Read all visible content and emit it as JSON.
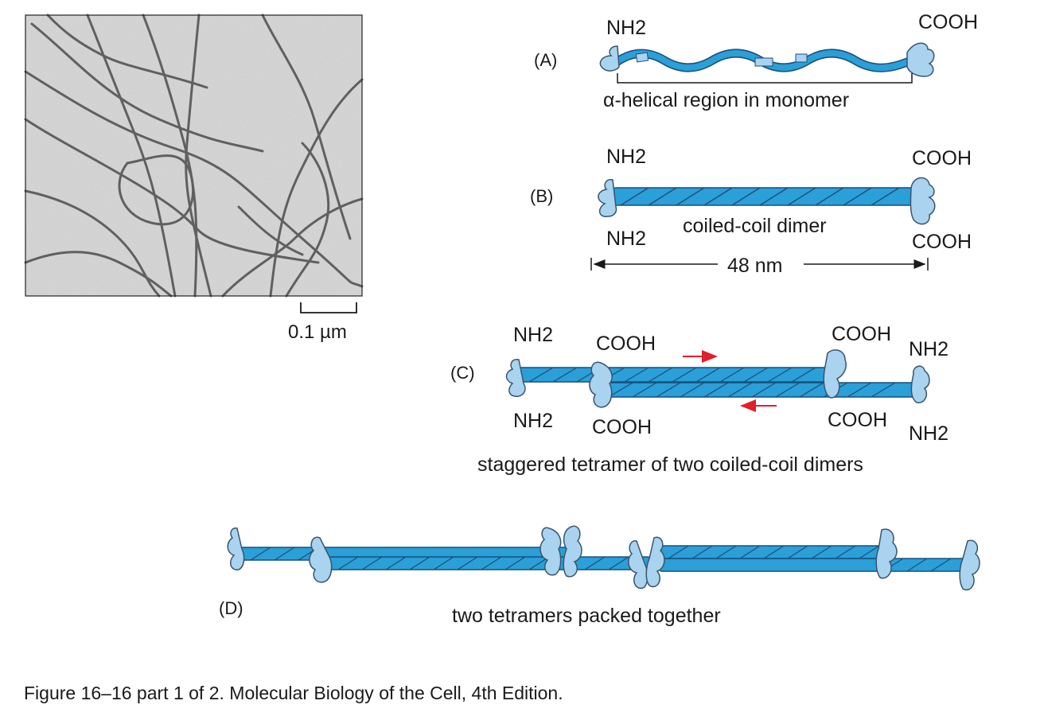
{
  "micrograph": {
    "scale_bar_label": "0.1 µm"
  },
  "panel_a": {
    "letter": "(A)",
    "n_terminus": "NH2",
    "c_terminus": "COOH",
    "region_label": "α-helical region in monomer"
  },
  "panel_b": {
    "letter": "(B)",
    "n_terminus_top": "NH2",
    "n_terminus_bottom": "NH2",
    "c_terminus_top": "COOH",
    "c_terminus_bottom": "COOH",
    "dimer_label": "coiled-coil dimer",
    "length_label": "48 nm"
  },
  "panel_c": {
    "letter": "(C)",
    "n_top_left": "NH2",
    "n_bottom_left": "NH2",
    "c_top_left": "COOH",
    "c_bottom_left": "COOH",
    "c_top_right": "COOH",
    "c_bottom_right": "COOH",
    "n_top_right": "NH2",
    "n_bottom_right": "NH2",
    "tetramer_label": "staggered tetramer of two coiled-coil dimers"
  },
  "panel_d": {
    "letter": "(D)",
    "packed_label": "two tetramers packed together"
  },
  "colors": {
    "coil": "#2a9fd8",
    "coil_edge": "#1b4f7a",
    "head": "#a9d3ee",
    "head_edge": "#39556e",
    "arrow": "#e0202a"
  },
  "caption": "Figure 16–16 part 1 of 2. Molecular Biology of the Cell, 4th Edition."
}
